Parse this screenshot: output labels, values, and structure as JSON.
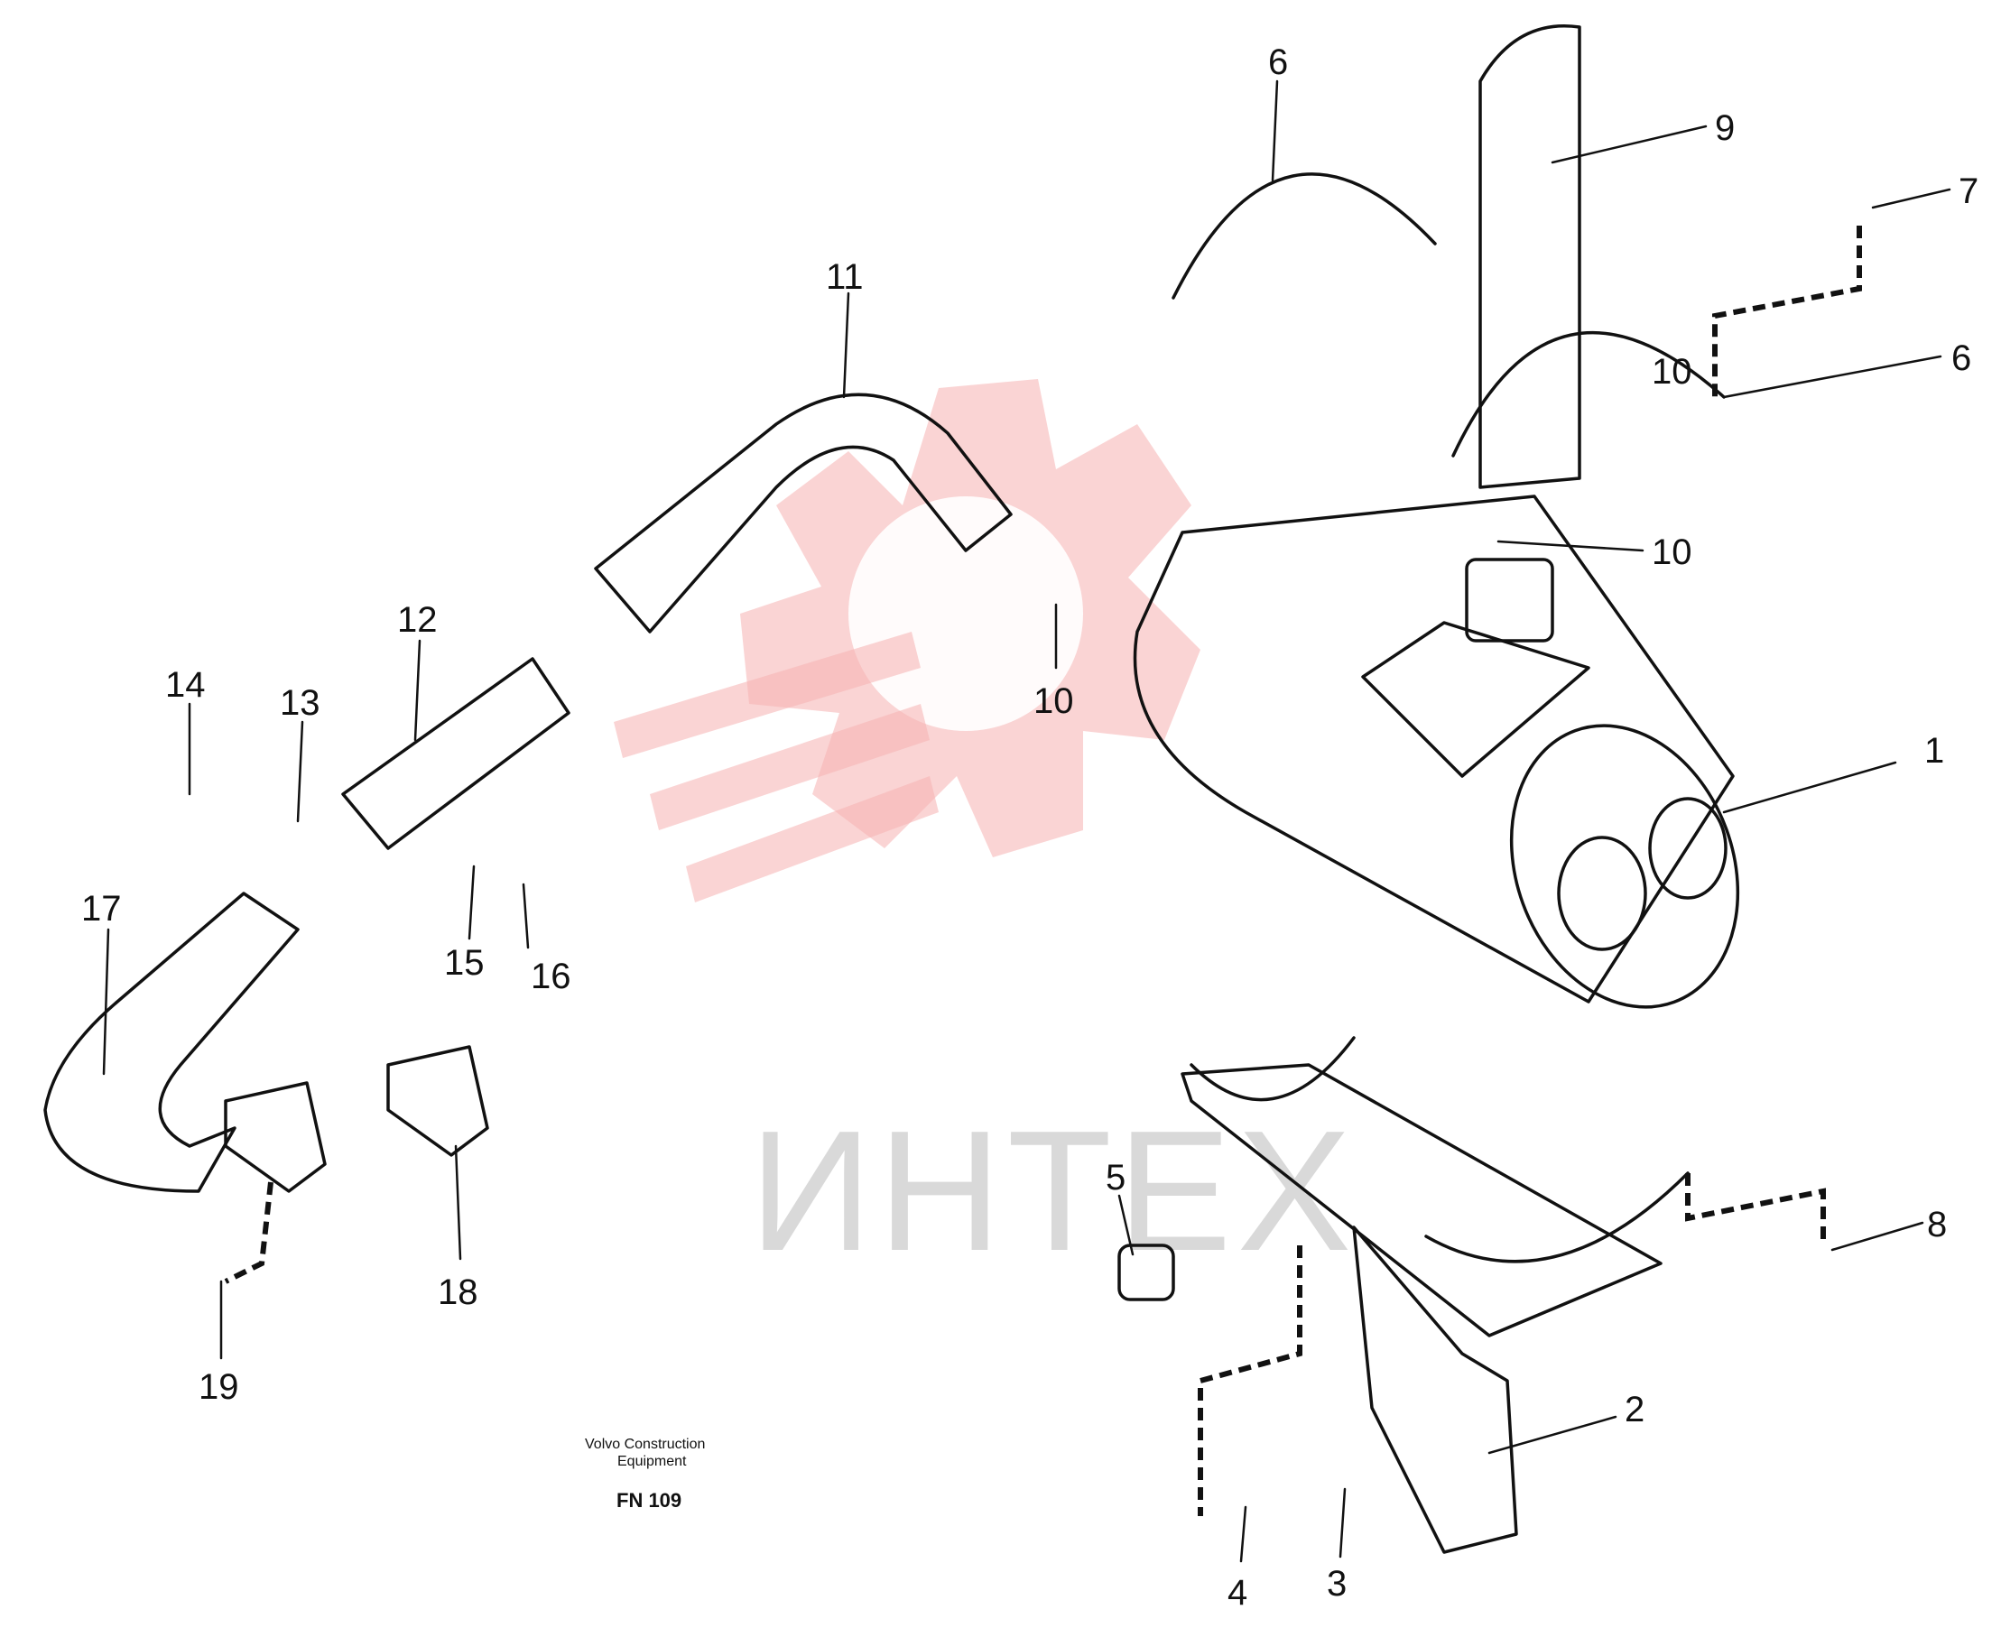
{
  "watermark": {
    "text": "ИНТЕХ",
    "color": "#f6b0b0"
  },
  "caption": {
    "line1": "Volvo Construction",
    "line2": "Equipment",
    "code": "FN 109"
  },
  "callouts": [
    "1",
    "2",
    "3",
    "4",
    "5",
    "6",
    "6",
    "7",
    "8",
    "9",
    "10",
    "10",
    "10",
    "11",
    "12",
    "13",
    "14",
    "15",
    "16",
    "17",
    "18",
    "19"
  ]
}
